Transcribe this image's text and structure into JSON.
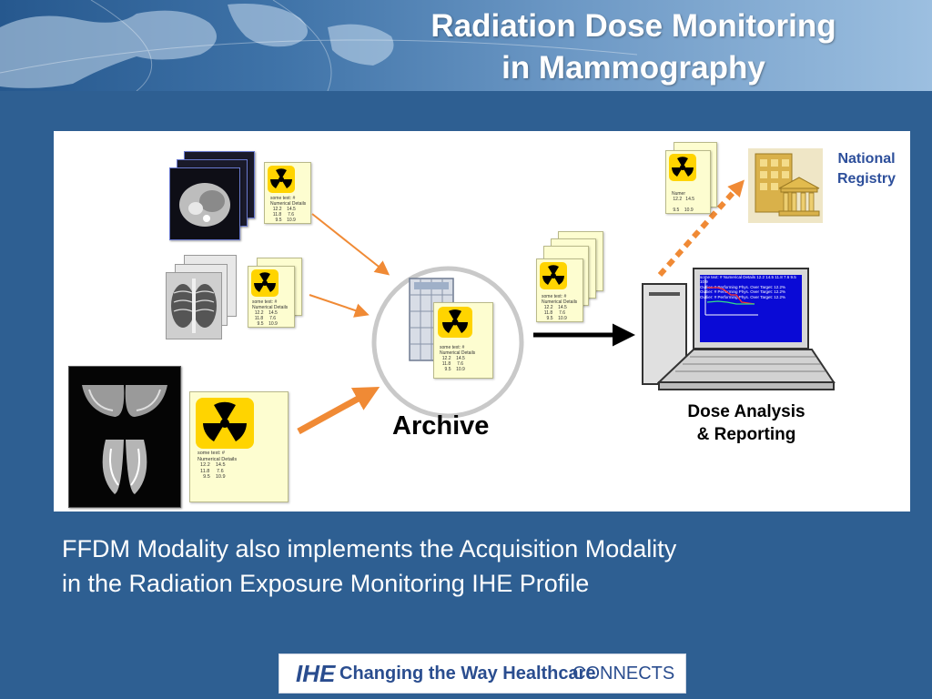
{
  "header": {
    "title_line1": "Radiation Dose Monitoring",
    "title_line2": "in Mammography"
  },
  "diagram": {
    "archive_label": "Archive",
    "dose_label_line1": "Dose Analysis",
    "dose_label_line2": "& Reporting",
    "registry_label_line1": "National",
    "registry_label_line2": "Registry",
    "dose_doc_text": "some text: #\nNumerical Details\n  12.2    14.5\n  11.8     7.6\n    9.5    10.9",
    "registry_doc_text": "Numer\n 12.2   14.5\n\n 9.5    10.9",
    "screen_text_left": "some text: #\nNumerical Details\n  12.2    14.5\n  11.8     7.6\n    9.5    10.9",
    "screen_text_outlier": "Outlier: #\nPerforming Phys.\nOver Target: 12.2%",
    "colors": {
      "arrow_orange": "#f08a35",
      "registry_dots": "#f08a35",
      "doc_yellow": "#fdfdd0",
      "radiation_yellow": "#ffd400",
      "screen_blue": "#0a0ad6"
    },
    "icons": [
      "radiation-icon",
      "archive-icon",
      "computer-icon",
      "bank-building-icon"
    ]
  },
  "caption": {
    "line1": "FFDM Modality also implements the Acquisition Modality",
    "line2": "in the Radiation Exposure Monitoring IHE Profile"
  },
  "footer": {
    "ihe": "IHE",
    "tagline": "Changing the Way Healthcare",
    "connects": "CONNECTS"
  }
}
